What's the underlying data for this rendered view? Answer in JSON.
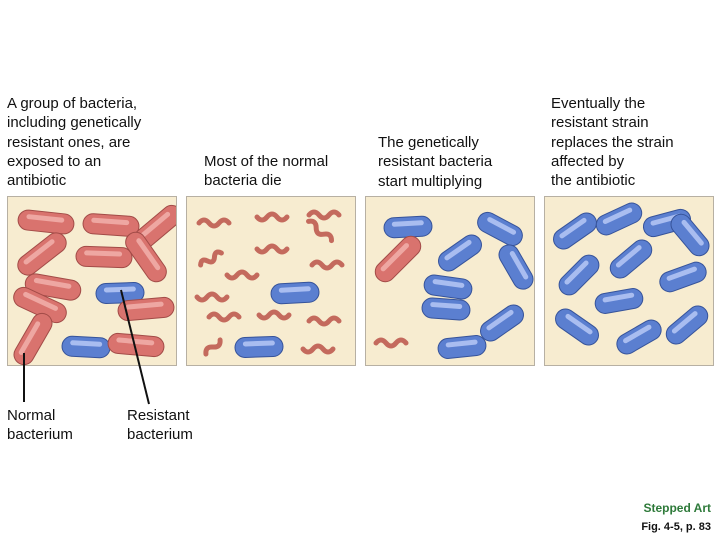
{
  "colors": {
    "panel_background": "#f7ecd0",
    "normal_bacterium": "#d9736e",
    "resistant_bacterium": "#5b7fd0",
    "dead_bacterium": "#c46a5d",
    "stepped_art": "#2e7a3a"
  },
  "stages": [
    {
      "caption": "A group of bacteria,\nincluding genetically\nresistant ones, are\nexposed to an\nantibiotic"
    },
    {
      "caption": "Most of the normal\nbacteria die"
    },
    {
      "caption": "The genetically\nresistant bacteria\nstart multiplying"
    },
    {
      "caption": "Eventually the\nresistant strain\nreplaces the strain\naffected by\nthe antibiotic"
    }
  ],
  "labels": {
    "normal": "Normal\nbacterium",
    "resistant": "Resistant\nbacterium"
  },
  "footer": {
    "stepped_art": "Stepped Art",
    "figure_ref": "Fig. 4-5, p. 83"
  }
}
